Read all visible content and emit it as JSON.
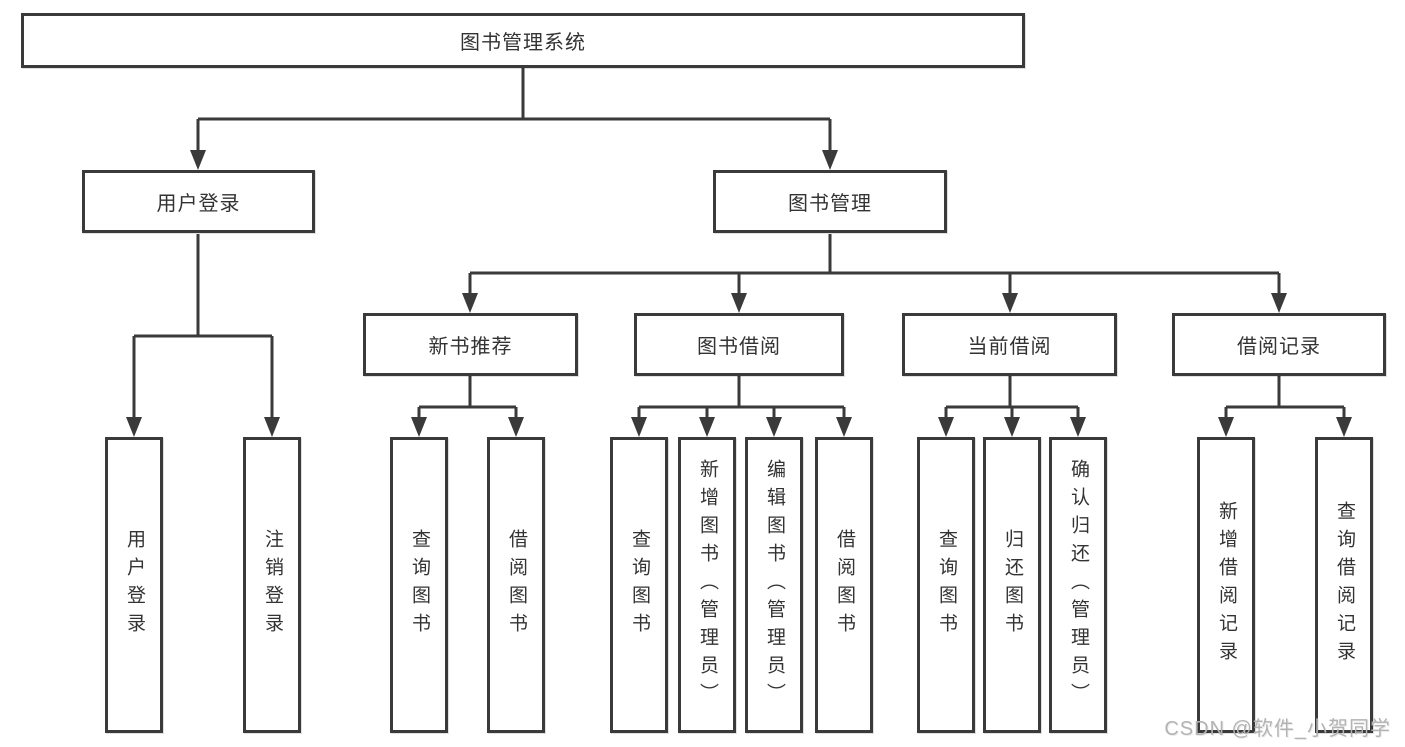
{
  "tree": {
    "root": "图书管理系统",
    "user_login": {
      "label": "用户登录",
      "children": [
        "用户登录",
        "注销登录"
      ]
    },
    "book_mgmt": {
      "label": "图书管理",
      "sections": [
        {
          "label": "新书推荐",
          "children": [
            "查询图书",
            "借阅图书"
          ]
        },
        {
          "label": "图书借阅",
          "children": [
            "查询图书",
            "新增图书（管理员）",
            "编辑图书（管理员）",
            "借阅图书"
          ]
        },
        {
          "label": "当前借阅",
          "children": [
            "查询图书",
            "归还图书",
            "确认归还（管理员）"
          ]
        },
        {
          "label": "借阅记录",
          "children": [
            "新增借阅记录",
            "查询借阅记录"
          ]
        }
      ]
    }
  },
  "colors": {
    "line": "#3a3a3a",
    "text": "#333333",
    "watermark": "#b3b3b3",
    "background": "#ffffff"
  },
  "watermark": "CSDN @软件_小贺同学"
}
